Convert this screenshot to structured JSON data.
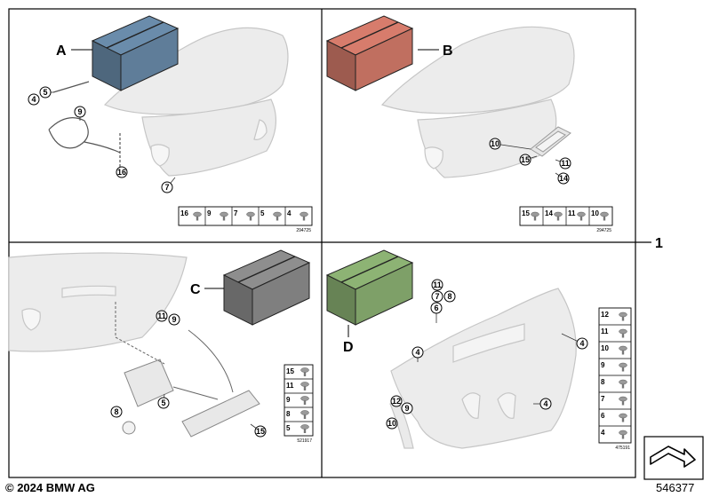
{
  "main_label": "1",
  "copyright": "© 2024 BMW AG",
  "image_number": "546377",
  "colors": {
    "kit_a": "#5f7d99",
    "kit_b": "#c06f60",
    "kit_c": "#7f7f7f",
    "kit_d": "#7ea068",
    "part_fill": "#e9e9e9",
    "part_stroke": "#c4c4c4",
    "frame": "#000000"
  },
  "panels": [
    {
      "kit": "A",
      "callouts": [
        "4",
        "5",
        "9",
        "16",
        "7"
      ],
      "strip": {
        "items": [
          "16",
          "9",
          "7",
          "5",
          "4"
        ],
        "id": "294725"
      }
    },
    {
      "kit": "B",
      "callouts": [
        "10",
        "15",
        "11",
        "14"
      ],
      "strip": {
        "items": [
          "15",
          "14",
          "11",
          "10"
        ],
        "id": "294725"
      }
    },
    {
      "kit": "C",
      "callouts": [
        "11",
        "9",
        "5",
        "8",
        "15"
      ],
      "strip": {
        "items": [
          "15",
          "11",
          "9",
          "8",
          "5"
        ],
        "id": "521917"
      }
    },
    {
      "kit": "D",
      "callouts": [
        "11",
        "7",
        "8",
        "6",
        "4",
        "4",
        "4",
        "12",
        "9",
        "10"
      ],
      "strip": {
        "items": [
          "12",
          "11",
          "10",
          "9",
          "8",
          "7",
          "6",
          "4"
        ],
        "id": "475191"
      }
    }
  ]
}
